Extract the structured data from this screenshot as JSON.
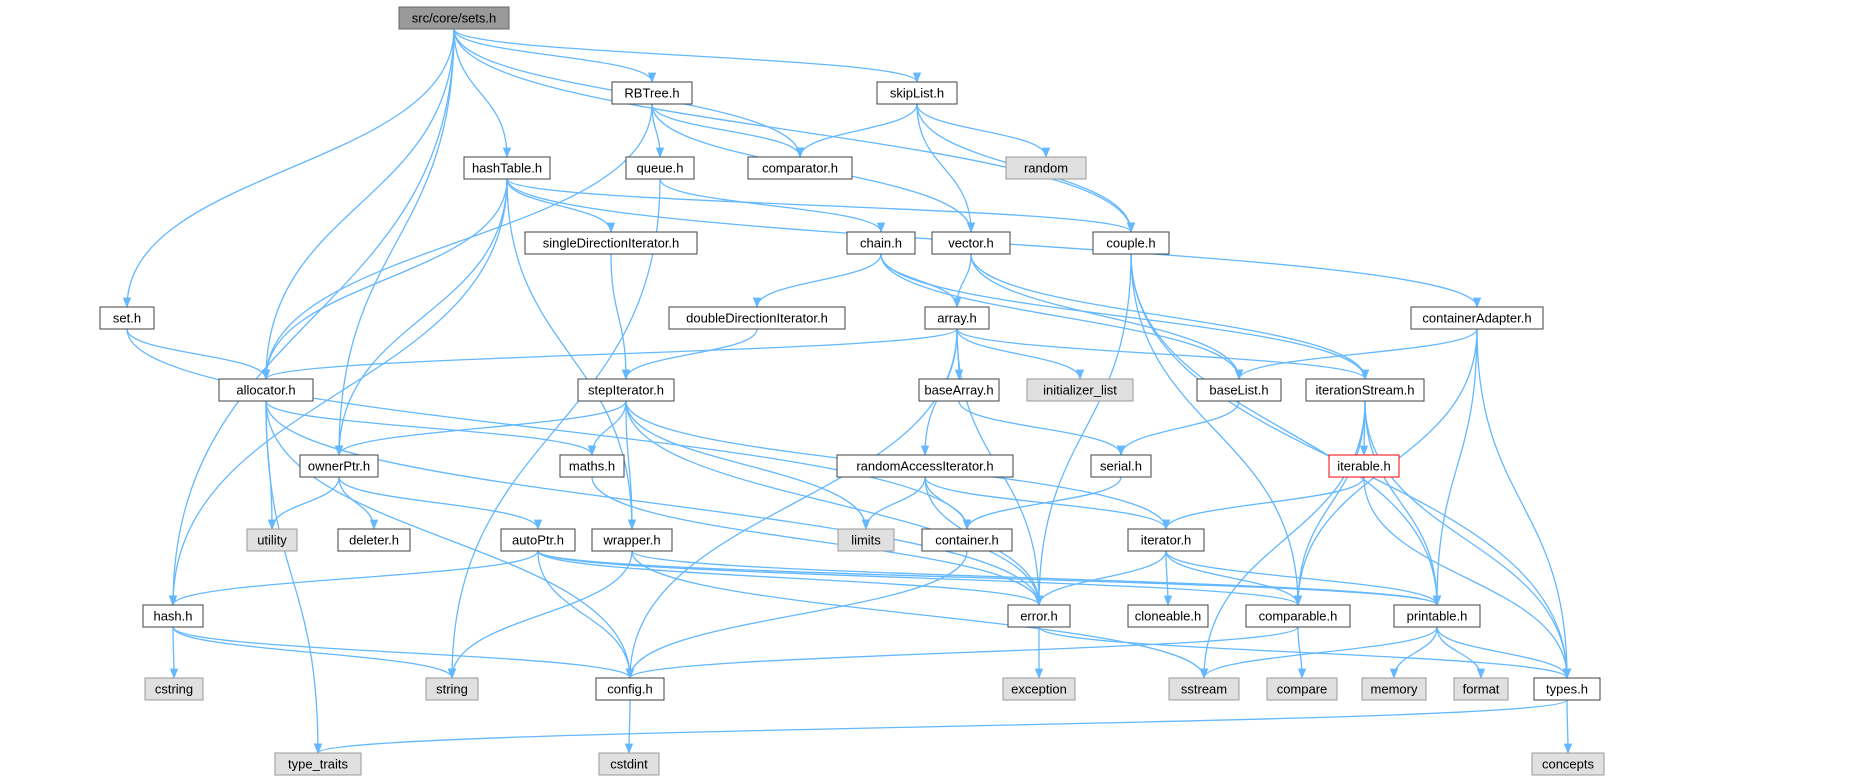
{
  "nodes": [
    {
      "id": "sets",
      "label": "src/core/sets.h",
      "kind": "root"
    },
    {
      "id": "rbtree",
      "label": "RBTree.h",
      "kind": "normal"
    },
    {
      "id": "skiplist",
      "label": "skipList.h",
      "kind": "normal"
    },
    {
      "id": "hashtable",
      "label": "hashTable.h",
      "kind": "normal"
    },
    {
      "id": "queue",
      "label": "queue.h",
      "kind": "normal"
    },
    {
      "id": "comparator",
      "label": "comparator.h",
      "kind": "normal"
    },
    {
      "id": "random",
      "label": "random",
      "kind": "external"
    },
    {
      "id": "singledir",
      "label": "singleDirectionIterator.h",
      "kind": "normal"
    },
    {
      "id": "chain",
      "label": "chain.h",
      "kind": "normal"
    },
    {
      "id": "vector",
      "label": "vector.h",
      "kind": "normal"
    },
    {
      "id": "couple",
      "label": "couple.h",
      "kind": "normal"
    },
    {
      "id": "set",
      "label": "set.h",
      "kind": "normal"
    },
    {
      "id": "doubledir",
      "label": "doubleDirectionIterator.h",
      "kind": "normal"
    },
    {
      "id": "array",
      "label": "array.h",
      "kind": "normal"
    },
    {
      "id": "containeradapter",
      "label": "containerAdapter.h",
      "kind": "normal"
    },
    {
      "id": "allocator",
      "label": "allocator.h",
      "kind": "normal"
    },
    {
      "id": "stepiterator",
      "label": "stepIterator.h",
      "kind": "normal"
    },
    {
      "id": "basearray",
      "label": "baseArray.h",
      "kind": "normal"
    },
    {
      "id": "initlist",
      "label": "initializer_list",
      "kind": "external"
    },
    {
      "id": "baselist",
      "label": "baseList.h",
      "kind": "normal"
    },
    {
      "id": "iterstream",
      "label": "iterationStream.h",
      "kind": "normal"
    },
    {
      "id": "ownerptr",
      "label": "ownerPtr.h",
      "kind": "normal"
    },
    {
      "id": "maths",
      "label": "maths.h",
      "kind": "normal"
    },
    {
      "id": "randomaccess",
      "label": "randomAccessIterator.h",
      "kind": "normal"
    },
    {
      "id": "serial",
      "label": "serial.h",
      "kind": "normal"
    },
    {
      "id": "iterable",
      "label": "iterable.h",
      "kind": "missing"
    },
    {
      "id": "utility",
      "label": "utility",
      "kind": "external"
    },
    {
      "id": "deleter",
      "label": "deleter.h",
      "kind": "normal"
    },
    {
      "id": "autoptr",
      "label": "autoPtr.h",
      "kind": "normal"
    },
    {
      "id": "wrapper",
      "label": "wrapper.h",
      "kind": "normal"
    },
    {
      "id": "limits",
      "label": "limits",
      "kind": "external"
    },
    {
      "id": "container",
      "label": "container.h",
      "kind": "normal"
    },
    {
      "id": "iterator",
      "label": "iterator.h",
      "kind": "normal"
    },
    {
      "id": "hash",
      "label": "hash.h",
      "kind": "normal"
    },
    {
      "id": "error",
      "label": "error.h",
      "kind": "normal"
    },
    {
      "id": "cloneable",
      "label": "cloneable.h",
      "kind": "normal"
    },
    {
      "id": "comparable",
      "label": "comparable.h",
      "kind": "normal"
    },
    {
      "id": "printable",
      "label": "printable.h",
      "kind": "normal"
    },
    {
      "id": "cstring",
      "label": "cstring",
      "kind": "external"
    },
    {
      "id": "string",
      "label": "string",
      "kind": "external"
    },
    {
      "id": "config",
      "label": "config.h",
      "kind": "normal"
    },
    {
      "id": "exception",
      "label": "exception",
      "kind": "external"
    },
    {
      "id": "sstream",
      "label": "sstream",
      "kind": "external"
    },
    {
      "id": "compare",
      "label": "compare",
      "kind": "external"
    },
    {
      "id": "memory",
      "label": "memory",
      "kind": "external"
    },
    {
      "id": "format",
      "label": "format",
      "kind": "external"
    },
    {
      "id": "types",
      "label": "types.h",
      "kind": "normal"
    },
    {
      "id": "typetraits",
      "label": "type_traits",
      "kind": "external"
    },
    {
      "id": "cstdint",
      "label": "cstdint",
      "kind": "external"
    },
    {
      "id": "concepts",
      "label": "concepts",
      "kind": "external"
    }
  ],
  "edges": [
    [
      "sets",
      "rbtree"
    ],
    [
      "sets",
      "skiplist"
    ],
    [
      "sets",
      "hashtable"
    ],
    [
      "sets",
      "comparator"
    ],
    [
      "sets",
      "couple"
    ],
    [
      "sets",
      "set"
    ],
    [
      "sets",
      "allocator"
    ],
    [
      "sets",
      "ownerptr"
    ],
    [
      "sets",
      "hash"
    ],
    [
      "rbtree",
      "queue"
    ],
    [
      "rbtree",
      "comparator"
    ],
    [
      "rbtree",
      "allocator"
    ],
    [
      "rbtree",
      "vector"
    ],
    [
      "skiplist",
      "comparator"
    ],
    [
      "skiplist",
      "random"
    ],
    [
      "skiplist",
      "vector"
    ],
    [
      "skiplist",
      "couple"
    ],
    [
      "hashtable",
      "singledir"
    ],
    [
      "hashtable",
      "allocator"
    ],
    [
      "hashtable",
      "hash"
    ],
    [
      "hashtable",
      "wrapper"
    ],
    [
      "hashtable",
      "couple"
    ],
    [
      "hashtable",
      "containeradapter"
    ],
    [
      "hashtable",
      "ownerptr"
    ],
    [
      "queue",
      "chain"
    ],
    [
      "queue",
      "string"
    ],
    [
      "singledir",
      "stepiterator"
    ],
    [
      "chain",
      "doubledir"
    ],
    [
      "chain",
      "array"
    ],
    [
      "chain",
      "baselist"
    ],
    [
      "chain",
      "iterstream"
    ],
    [
      "vector",
      "array"
    ],
    [
      "vector",
      "baselist"
    ],
    [
      "vector",
      "iterstream"
    ],
    [
      "couple",
      "comparable"
    ],
    [
      "couple",
      "printable"
    ],
    [
      "couple",
      "types"
    ],
    [
      "couple",
      "error"
    ],
    [
      "set",
      "allocator"
    ],
    [
      "set",
      "container"
    ],
    [
      "doubledir",
      "stepiterator"
    ],
    [
      "array",
      "allocator"
    ],
    [
      "array",
      "basearray"
    ],
    [
      "array",
      "initlist"
    ],
    [
      "array",
      "randomaccess"
    ],
    [
      "array",
      "iterstream"
    ],
    [
      "array",
      "error"
    ],
    [
      "array",
      "config"
    ],
    [
      "containeradapter",
      "baselist"
    ],
    [
      "containeradapter",
      "comparable"
    ],
    [
      "containeradapter",
      "printable"
    ],
    [
      "containeradapter",
      "types"
    ],
    [
      "allocator",
      "utility"
    ],
    [
      "allocator",
      "maths"
    ],
    [
      "allocator",
      "error"
    ],
    [
      "allocator",
      "config"
    ],
    [
      "allocator",
      "typetraits"
    ],
    [
      "stepiterator",
      "ownerptr"
    ],
    [
      "stepiterator",
      "maths"
    ],
    [
      "stepiterator",
      "wrapper"
    ],
    [
      "stepiterator",
      "limits"
    ],
    [
      "stepiterator",
      "iterator"
    ],
    [
      "stepiterator",
      "error"
    ],
    [
      "basearray",
      "serial"
    ],
    [
      "baselist",
      "serial"
    ],
    [
      "iterstream",
      "iterable"
    ],
    [
      "iterstream",
      "sstream"
    ],
    [
      "iterstream",
      "comparable"
    ],
    [
      "iterstream",
      "printable"
    ],
    [
      "iterstream",
      "types"
    ],
    [
      "ownerptr",
      "utility"
    ],
    [
      "ownerptr",
      "deleter"
    ],
    [
      "ownerptr",
      "autoptr"
    ],
    [
      "maths",
      "error"
    ],
    [
      "randomaccess",
      "limits"
    ],
    [
      "randomaccess",
      "container"
    ],
    [
      "randomaccess",
      "iterator"
    ],
    [
      "randomaccess",
      "error"
    ],
    [
      "serial",
      "container"
    ],
    [
      "iterable",
      "iterator"
    ],
    [
      "iterable",
      "types"
    ],
    [
      "autoptr",
      "hash"
    ],
    [
      "autoptr",
      "config"
    ],
    [
      "autoptr",
      "error"
    ],
    [
      "autoptr",
      "comparable"
    ],
    [
      "autoptr",
      "printable"
    ],
    [
      "wrapper",
      "string"
    ],
    [
      "wrapper",
      "printable"
    ],
    [
      "wrapper",
      "sstream"
    ],
    [
      "container",
      "config"
    ],
    [
      "iterator",
      "error"
    ],
    [
      "iterator",
      "cloneable"
    ],
    [
      "iterator",
      "comparable"
    ],
    [
      "iterator",
      "printable"
    ],
    [
      "hash",
      "cstring"
    ],
    [
      "hash",
      "string"
    ],
    [
      "hash",
      "config"
    ],
    [
      "error",
      "exception"
    ],
    [
      "error",
      "types"
    ],
    [
      "comparable",
      "compare"
    ],
    [
      "comparable",
      "config"
    ],
    [
      "printable",
      "sstream"
    ],
    [
      "printable",
      "memory"
    ],
    [
      "printable",
      "format"
    ],
    [
      "printable",
      "types"
    ],
    [
      "config",
      "cstdint"
    ],
    [
      "types",
      "typetraits"
    ],
    [
      "types",
      "concepts"
    ]
  ]
}
